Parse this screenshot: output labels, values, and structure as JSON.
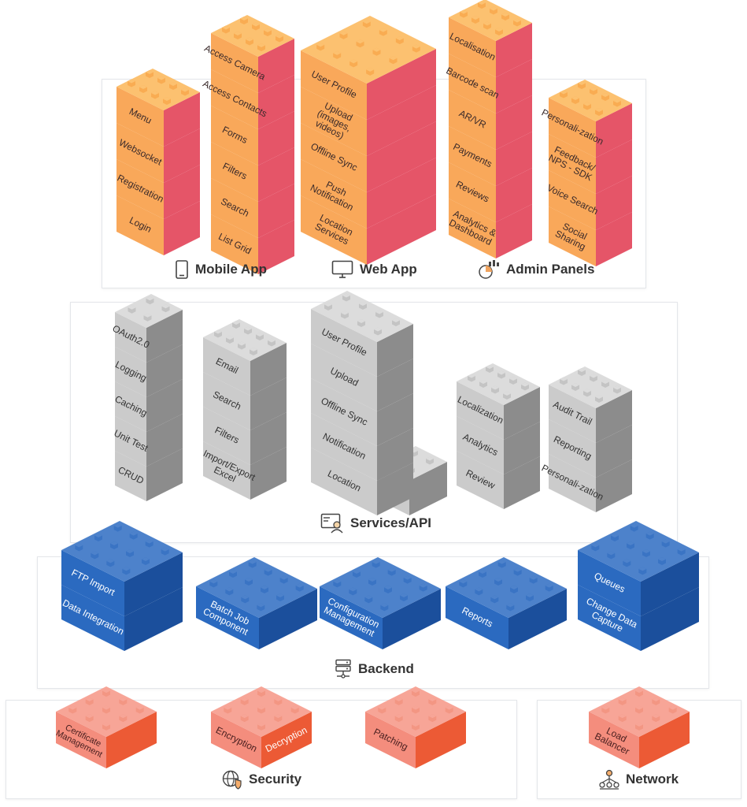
{
  "colors": {
    "orange": {
      "top": "#fcc170",
      "front": "#f9a85a",
      "side": "#e55568",
      "stud": "#f9ac52",
      "label": "#3a2a2a"
    },
    "gray": {
      "top": "#dcdcdc",
      "front": "#cbcbcb",
      "side": "#8c8c8c",
      "stud": "#c4c4c4",
      "label": "#333333"
    },
    "blue": {
      "top": "#4d82cb",
      "front": "#2b6ac0",
      "side": "#1b4f9c",
      "stud": "#3a74c4",
      "label": "#ffffff"
    },
    "coral": {
      "top": "#f7a597",
      "front": "#f48d7d",
      "side": "#ec5a35",
      "stud": "#f39683",
      "label": "#4a2020"
    }
  },
  "sections": {
    "mobile_app": {
      "label": "Mobile App",
      "icon": "mobile-icon"
    },
    "web_app": {
      "label": "Web App",
      "icon": "monitor-icon"
    },
    "admin_panels": {
      "label": "Admin Panels",
      "icon": "dashboard-icon"
    },
    "services_api": {
      "label": "Services/API",
      "icon": "api-icon"
    },
    "backend": {
      "label": "Backend",
      "icon": "server-icon"
    },
    "security": {
      "label": "Security",
      "icon": "shield-globe-icon"
    },
    "network": {
      "label": "Network",
      "icon": "network-icon"
    }
  },
  "stacks": {
    "mobile_app": [
      "Menu",
      "Websocket",
      "Registration",
      "Login"
    ],
    "forms_column": [
      "Access Camera",
      "Access Contacts",
      "Forms",
      "Filters",
      "Search",
      "List Grid"
    ],
    "web_app": [
      "User Profile",
      "Upload (images, videos)",
      "Offline Sync",
      "Push Notification",
      "Location Services"
    ],
    "admin_left": [
      "Localisation",
      "Barcode scan",
      "AR/VR",
      "Payments",
      "Reviews",
      "Analytics & Dashboard"
    ],
    "admin_right": [
      "Personali-zation",
      "Feedback/ NPS - SDK",
      "Voice Search",
      "Social Sharing"
    ],
    "services_core": [
      "OAuth2.0",
      "Logging",
      "Caching",
      "Unit Test",
      "CRUD"
    ],
    "services_util": [
      "Email",
      "Search",
      "Filters",
      "Import/Export Excel"
    ],
    "services_main": [
      "User Profile",
      "Upload",
      "Offline Sync",
      "Notification",
      "Location"
    ],
    "services_loc": [
      "Localization",
      "Analytics",
      "Review"
    ],
    "services_audit": [
      "Audit Trail",
      "Reporting",
      "Personali-zation"
    ],
    "backend_left": [
      "FTP Import",
      "Data Integration"
    ],
    "backend_batch": [
      "Batch Job Component"
    ],
    "backend_config": [
      "Configuration Management"
    ],
    "backend_reports": [
      "Reports"
    ],
    "backend_queues": [
      "Queues",
      "Change Data Capture"
    ],
    "security_cert": [
      "Certificate Management"
    ],
    "security_enc": [
      "Encryption"
    ],
    "security_dec": [
      "Decryption"
    ],
    "security_patch": [
      "Patching"
    ],
    "network_lb": [
      "Load Balancer"
    ]
  }
}
